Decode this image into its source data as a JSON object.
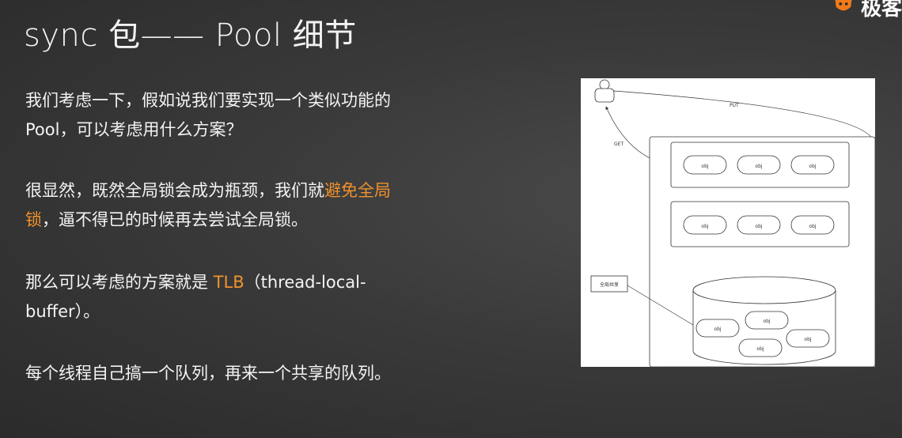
{
  "slide": {
    "title": "sync 包—— Pool 细节",
    "brand": "极客"
  },
  "paragraphs": {
    "p1_line1": "我们考虑一下，假如说我们要实现一个类似功能的",
    "p1_line2": "Pool，可以考虑用什么方案？",
    "p2_line1_a": "很显然，既然全局锁会成为瓶颈，我们就",
    "p2_line1_hl": "避免全局",
    "p2_line2_hl": "锁",
    "p2_line2_b": "，逼不得已的时候再去尝试全局锁。",
    "p3_line1_a": "那么可以考虑的方案就是 ",
    "p3_line1_hl": "TLB",
    "p3_line1_b": "（thread-local-",
    "p3_line2": "buffer）。",
    "p4_line1": "每个线程自己搞一个队列，再来一个共享的队列。"
  },
  "diagram": {
    "put_label": "PUT",
    "get_label": "GET",
    "shared_label": "全局共享",
    "obj_label": "obj"
  },
  "colors": {
    "highlight": "#f0922d",
    "brand_orange": "#f07a1a"
  }
}
